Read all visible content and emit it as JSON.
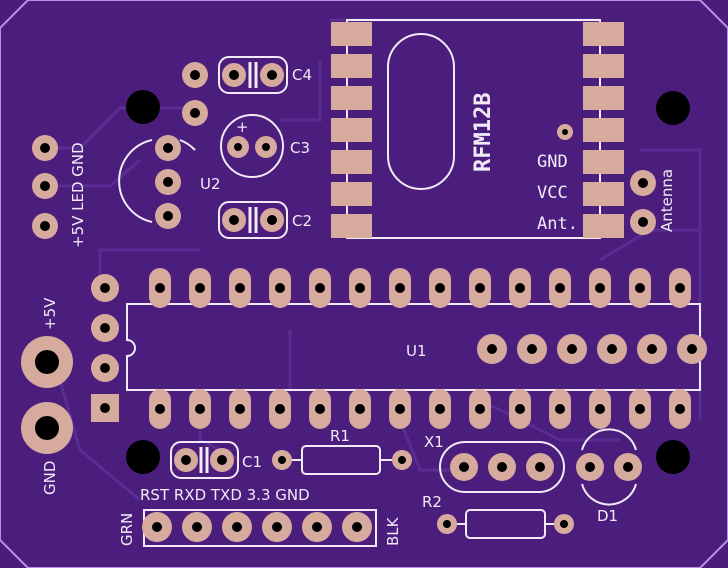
{
  "board": {
    "outline_color": "#b892e0",
    "board_color": "#4b1e7e",
    "copper_color": "#d6ab9e",
    "silk_color": "#f2eaf6"
  },
  "labels": {
    "c4": "C4",
    "c3": "C3",
    "c3_plus": "+",
    "c2": "C2",
    "c1": "C1",
    "u2": "U2",
    "u1": "U1",
    "r1": "R1",
    "r2": "R2",
    "x1": "X1",
    "d1": "D1",
    "rfm": "RFM12B",
    "gnd_pin": "GND",
    "vcc_pin": "VCC",
    "ant_pin": "Ant.",
    "antenna": "Antenna",
    "led_header": "+5V LED GND",
    "plus5v": "+5V",
    "gnd_power": "GND",
    "serial_header": "RST RXD TXD 3.3 GND",
    "grn": "GRN",
    "blk": "BLK"
  }
}
